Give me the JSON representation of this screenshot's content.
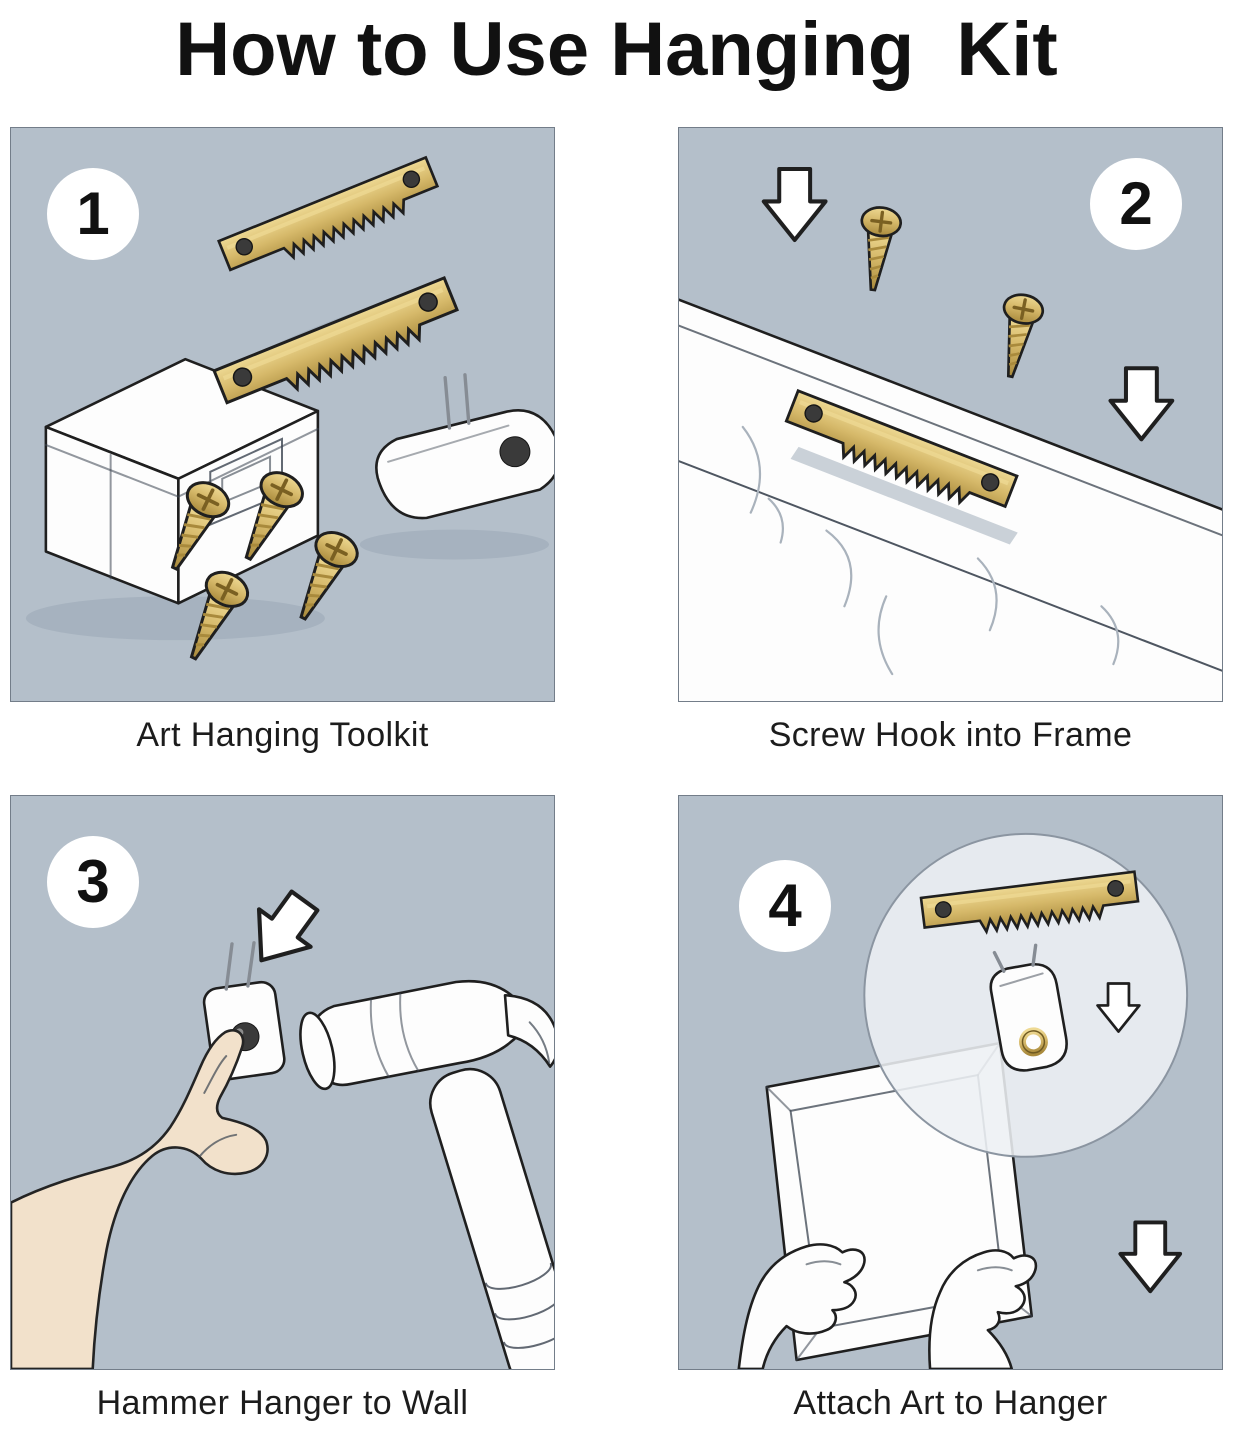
{
  "title": "How to Use Hanging  Kit",
  "steps": [
    {
      "number": "1",
      "caption": "Art Hanging Toolkit"
    },
    {
      "number": "2",
      "caption": "Screw Hook into Frame"
    },
    {
      "number": "3",
      "caption": "Hammer Hanger to Wall"
    },
    {
      "number": "4",
      "caption": "Attach Art to Hanger"
    }
  ],
  "icons": {
    "down_arrow": "⬇"
  },
  "colors": {
    "panel_bg": "#b4bfca",
    "brass_light": "#eed993",
    "brass": "#d6b96a",
    "brass_dark": "#a98a3c",
    "outline": "#1f1f1f",
    "skin": "#f2e1cb",
    "shadow": "#97a5b4",
    "white": "#ffffff",
    "caption_color": "#1c1c1c"
  }
}
